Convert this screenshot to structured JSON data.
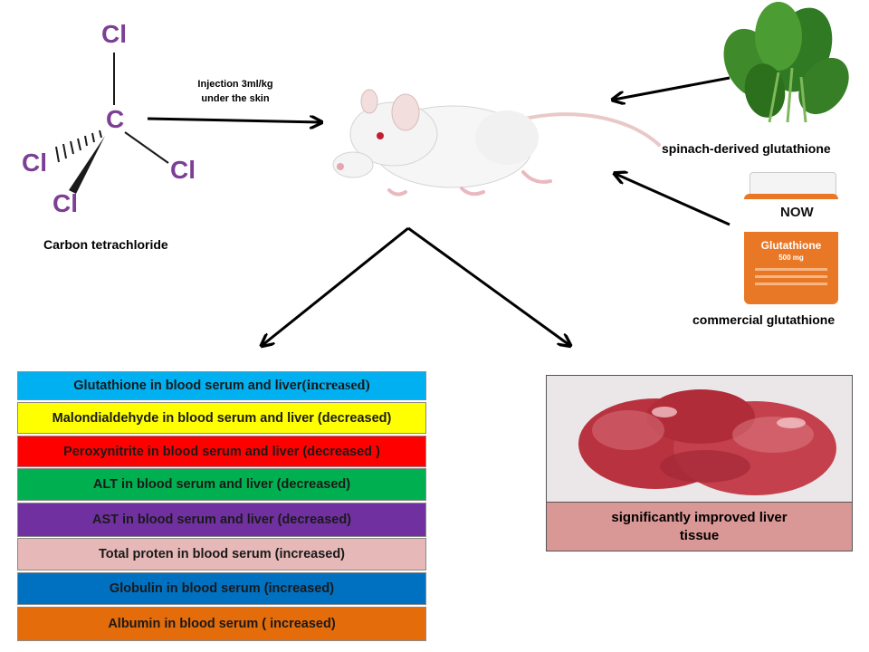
{
  "molecule": {
    "atoms": {
      "center": "C",
      "top": "Cl",
      "left": "Cl",
      "right": "Cl",
      "bottom": "Cl"
    },
    "name": "Carbon tetrachloride"
  },
  "injection": {
    "line1": "Injection 3ml/kg",
    "line2": "under the skin"
  },
  "spinach_label": "spinach-derived glutathione",
  "commercial_label": "commercial glutathione",
  "bottle": {
    "brand": "NOW",
    "product": "Glutathione",
    "dose": "500 mg"
  },
  "effects": [
    {
      "text": "Glutathione in blood serum and liver ",
      "accent": "(increased)",
      "color": "#00b0f0"
    },
    {
      "text": "Malondialdehyde in blood serum and liver (decreased)",
      "accent": "",
      "color": "#ffff00"
    },
    {
      "text": "Peroxynitrite in blood serum and liver (decreased )",
      "accent": "",
      "color": "#ff0000"
    },
    {
      "text": "ALT in blood serum and liver (decreased)",
      "accent": "",
      "color": "#00b050"
    },
    {
      "text": "AST in blood serum and liver  (decreased)",
      "accent": "",
      "color": "#7030a0"
    },
    {
      "text": "Total proten in blood serum  (increased)",
      "accent": "",
      "color": "#e6b9b8"
    },
    {
      "text": "Globulin  in blood serum   (increased)",
      "accent": "",
      "color": "#0070c0"
    },
    {
      "text": "Albumin  in blood serum  ( increased)",
      "accent": "",
      "color": "#e46c0a"
    }
  ],
  "result": {
    "line1": "significantly improved liver",
    "line2": "tissue"
  }
}
